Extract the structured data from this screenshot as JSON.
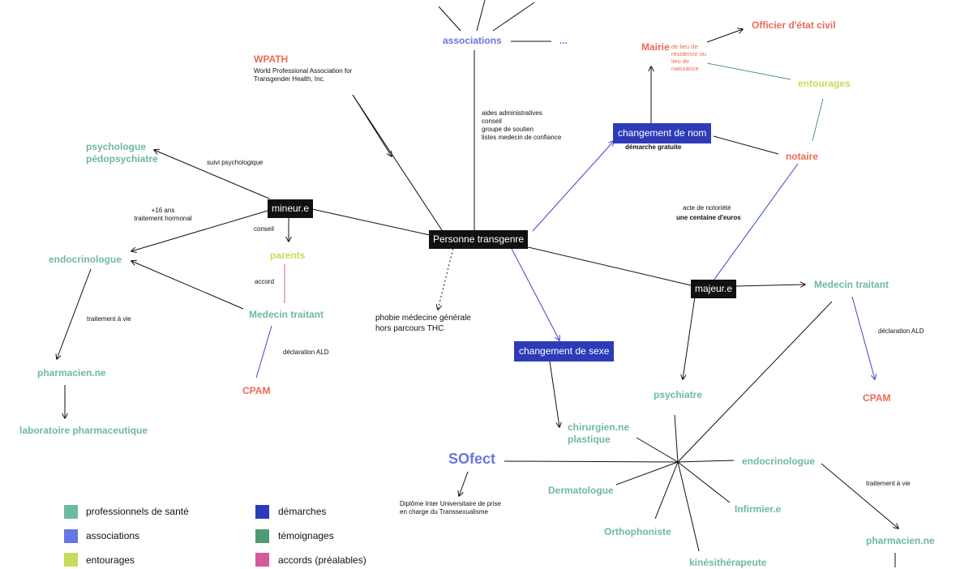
{
  "colors": {
    "health": "#6fb8a3",
    "associations": "#6577e0",
    "entourages": "#c5dc5c",
    "demarches": "#2d3bb8",
    "temoignages": "#4f9a74",
    "accords": "#d45a9c",
    "admin": "#ec6a55",
    "edge": "#111111"
  },
  "nodes": {
    "associations": "associations",
    "ellipsis": "...",
    "wpath_title": "WPATH",
    "wpath_desc": "World Professional Association for Transgender Health, Inc.",
    "assoc_services": "aides administratives\nconseil\ngroupe de soutien\nlistes medecin de confiance",
    "officier": "Officier d'état civil",
    "mairie": "Mairie",
    "mairie_desc": "de lieu de résidence ou lieu de naissance",
    "entourages": "entourages",
    "changement_nom": "changement de nom",
    "demarche_gratuite": "démarche gratuite",
    "notaire": "notaire",
    "acte_notoriete": "acte de notoriété",
    "centaine_euros": "une centaine d'euros",
    "psychologue": "psychologue\npédopsychiatre",
    "suivi_psy": "suivi psychologique",
    "mineur": "mineur.e",
    "plus16": "+16 ans\ntraitement hormonal",
    "conseil": "conseil",
    "personne": "Personne transgenre",
    "endocrinologue_left": "endocrinologue",
    "parents": "parents",
    "accord": "accord",
    "medecin_traitant_left": "Medecin traitant",
    "traitement_vie_left": "traitement à vie",
    "declaration_ald_left": "déclaration ALD",
    "pharmacien_left": "pharmacien.ne",
    "cpam_left": "CPAM",
    "laboratoire": "laboratoire pharmaceutique",
    "phobie": "phobie médecine générale\nhors parcours THC",
    "majeur": "majeur.e",
    "medecin_traitant_right": "Medecin traitant",
    "declaration_ald_right": "déclaration ALD",
    "changement_sexe": "changement de sexe",
    "psychiatre": "psychiatre",
    "cpam_right": "CPAM",
    "chirurgien": "chirurgien.ne\nplastique",
    "sofect": "SOfect",
    "diu": "Diplôme Inter Universitaire de prise en charge du Transsexualisme",
    "endocrinologue_right": "endocrinologue",
    "traitement_vie_right": "traitement à vie",
    "dermatologue": "Dermatologue",
    "infirmier": "Infirmier.e",
    "orthophoniste": "Orthophoniste",
    "pharmacien_right": "pharmacien.ne",
    "kine": "kinésithérapeute"
  },
  "legend": [
    {
      "label": "professionnels de santé",
      "color": "#6fb8a3"
    },
    {
      "label": "associations",
      "color": "#6577e0"
    },
    {
      "label": "entourages",
      "color": "#c5dc5c"
    },
    {
      "label": "démarches",
      "color": "#2d3bb8"
    },
    {
      "label": "témoignages",
      "color": "#4f9a74"
    },
    {
      "label": "accords (préalables)",
      "color": "#d45a9c"
    }
  ]
}
